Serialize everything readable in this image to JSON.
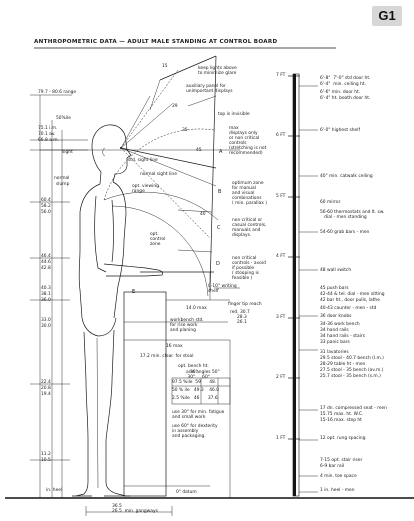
{
  "sheet": {
    "badge": "G1",
    "title": "ANTHROPOMETRIC DATA — ADULT MALE STANDING AT CONTROL BOARD"
  },
  "figure": {
    "top_left": [
      "79.7 - 80.6 range",
      "50%ile",
      "75.1 i.m.",
      "70.1 av.",
      "66.8 a.m."
    ],
    "eye_notes": [
      "sight",
      "normal",
      "slump"
    ],
    "left_dims": [
      "60.4",
      "58.2",
      "56.0",
      "46.4",
      "44.6",
      "42.8",
      "40.3",
      "38.1",
      "36.0",
      "33.0",
      "30.0",
      "22.4",
      "20.8",
      "19.4",
      "11.2",
      "10.5"
    ],
    "callouts": {
      "glare": "keep lights above\nto minimize glare",
      "auxiliary": "auxiliary panel for\nunimportant displays",
      "top_invisible": "top is invisible",
      "max_displays": "max\ndisplays only\nor non critical\ncontrols\n(stretching is not\nrecommended)",
      "std_sight": "std. sight line",
      "normal_sight": "normal sight line",
      "opt_viewing": "opt. viewing\nrange",
      "optimum_zone": "optimum zone\nfor manual\nand visual\ncombinations\n( min. parallax )",
      "non_critical": "non critical or\ncasual controls,\nmanuals and\ndisplays.",
      "opt_control": "opt.\ncontrol\nzone",
      "avoid": "non critical\ncontrols - avoid\nif possible\n( stooping is\nfeasible )",
      "writing": "0-10° writing\nshelf",
      "finger": "finger tip reach",
      "reach_vals": "red. 30.7\n     28.3\n     26.1",
      "max_14": "14.0 max",
      "workbench": "workbench std.\nfor rise work\nand planing",
      "clear": "17.2 min. clear. for stool",
      "opt_bench_title": "opt. bench ht.",
      "arm_angles": "arm angles\n 30°     60°",
      "table_rows": [
        "97.5 %ile  59      48.",
        "50 % ile   49.3    46.0",
        "2.5 %ile   46      37.6"
      ],
      "use_30": "use 30° for min. fatigue\nand small work",
      "use_60": "use 60° for dexterity\nin assembly\nand packaging.",
      "max_16": "16 max",
      "heel": "in. heel",
      "datum": "0° datum",
      "gangways": "36.5\n26.5  min. gangways",
      "angles": [
        "15",
        "29",
        "35",
        "45",
        "40",
        "50°",
        "30°"
      ],
      "letters": [
        "A",
        "B",
        "C",
        "D",
        "E"
      ]
    }
  },
  "scale": {
    "ft_labels": [
      "7 FT",
      "6 FT",
      "5 FT",
      "4 FT",
      "3 FT",
      "2 FT",
      "1 FT"
    ],
    "notes": [
      "6'-8\"  7'-0\" std door ht.",
      "6'-4\"  min. ceiling ht.",
      "6'-6\" min. door ht.",
      "6'-4\" ht. booth door ht.",
      "6'-0\" highest shelf",
      "40\" min. catwalk ceiling",
      "60 mirror",
      "56-60 thermostats and lt. sw.\n   dial - men standing",
      "54-60 grab bars - men",
      "48 wall switch",
      "45 push bars",
      "42-44 & tel. dial - men sitting",
      "42 bar ht., door pulls, lathe",
      "40-43 counter - men - std",
      "36 door knobs",
      "34-36 work bench",
      "34 hand rails",
      "34 hand rails - stairs",
      "33 panic bars",
      "31 lavatories",
      "29.5 stool - 40.7 bench (l.m.)",
      "28-29 table ht - men",
      "27.5 stool - 35 bench (av.m.)",
      "25.7 stool - 35 bench (s.m.)",
      "17 dn. compressed seat - men",
      "15.75 max. ht. W.C.",
      "15-16 max. step ht",
      "12 opt. rung spacing",
      "7-15 opt. stair riser",
      "6-9 bar rail",
      "4 min. toe space",
      "1 in. heel - men"
    ]
  }
}
